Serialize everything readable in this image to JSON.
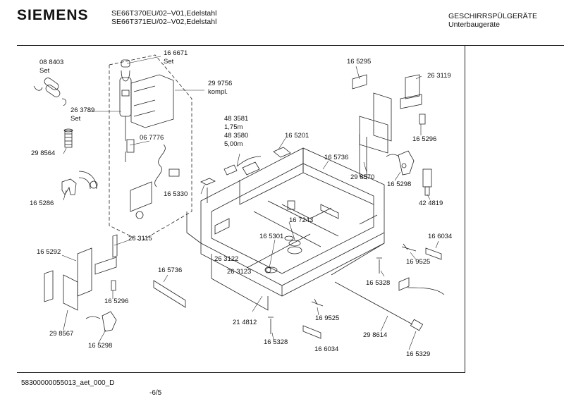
{
  "header": {
    "brand": "SIEMENS",
    "model_line1": "SE66T370EU/02–V01,Edelstahl",
    "model_line2": "SE66T371EU/02–V02,Edelstahl",
    "category": "GESCHIRRSPÜLGERÄTE",
    "subcategory": "Unterbaugeräte"
  },
  "parts": [
    "08 8403",
    "Set",
    "16 6671",
    "Set",
    "29 9756",
    "kompl.",
    "26 3789",
    "Set",
    "29 8564",
    "06 7776",
    "48 3581",
    "1,75m",
    "48 3580",
    "5,00m",
    "16 5201",
    "16 5295",
    "26 3119",
    "16 5296",
    "16 5736",
    "29 8570",
    "16 5298",
    "42 4819",
    "16 5286",
    "16 5330",
    "16 7243",
    "16 5301",
    "16 5292",
    "26 3115",
    "26 3122",
    "26 3123",
    "16 5736",
    "16 6034",
    "16 9525",
    "16 5328",
    "16 5296",
    "29 8567",
    "16 5298",
    "21 4812",
    "16 9525",
    "16 5328",
    "16 6034",
    "29 8614",
    "16 5329"
  ],
  "footer": {
    "doc_id": "58300000055013_aet_000_D",
    "page": "-6/5"
  }
}
